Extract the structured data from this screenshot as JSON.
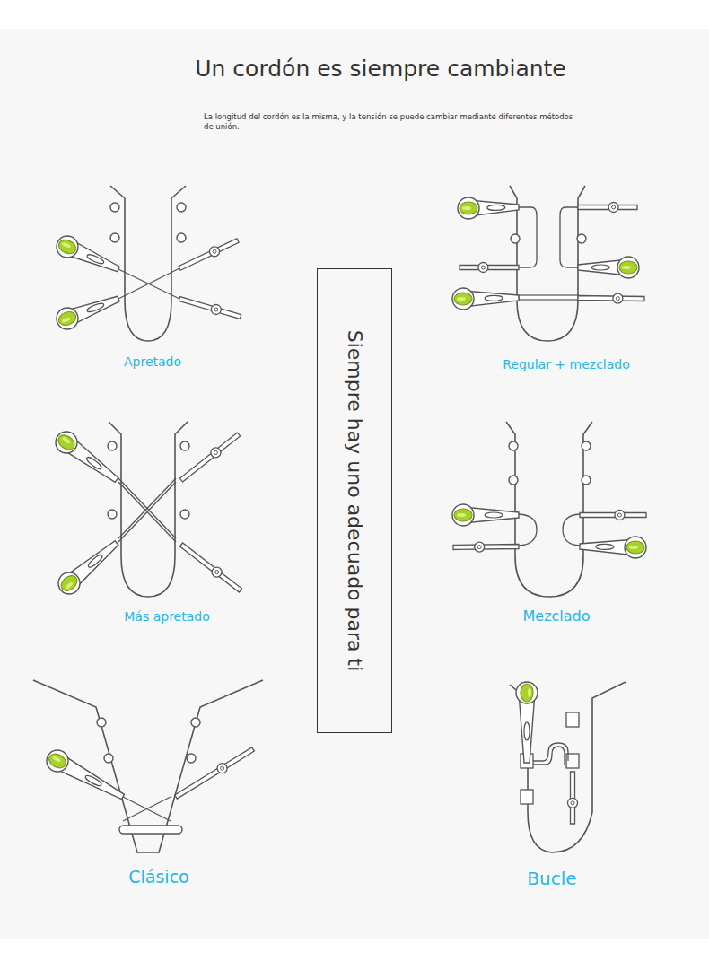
{
  "diagram": {
    "title": "Un cordón es siempre cambiante",
    "nodes": [
      {
        "text": [
          "Siempre hay uno adecuado para ti"
        ]
      }
    ],
    "labels": [
      "La longitud del cordón es la misma, y la tensión se puede cambiar mediante diferentes métodos de unión.",
      "Apretado",
      "Regular + mezclado",
      "Más apretado",
      "Mezclado",
      "Clásico",
      "Bucle"
    ]
  }
}
